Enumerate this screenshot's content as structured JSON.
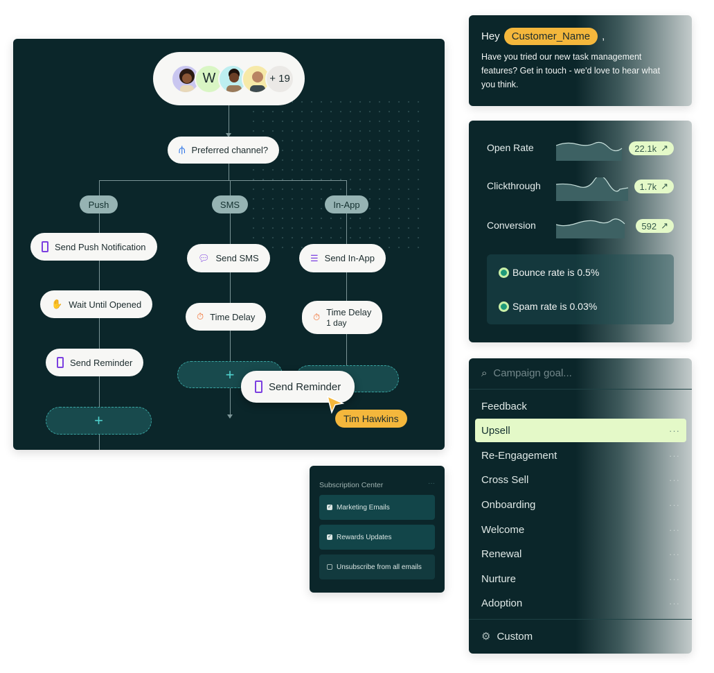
{
  "flow": {
    "audience": {
      "initial": "W",
      "extra_count": "+ 19"
    },
    "decision": "Preferred channel?",
    "branches": [
      {
        "label": "Push",
        "steps": [
          "Send Push Notification",
          "Wait Until Opened",
          "Send Reminder"
        ]
      },
      {
        "label": "SMS",
        "steps": [
          "Send SMS",
          "Time Delay"
        ]
      },
      {
        "label": "In-App",
        "steps": [
          "Send In-App",
          "Time Delay"
        ],
        "delay_detail": "1 day"
      }
    ],
    "add_symbol": "+",
    "dragging": {
      "label": "Send Reminder",
      "cursor_user": "Tim Hawkins"
    }
  },
  "message": {
    "greeting": "Hey",
    "token": "Customer_Name",
    "comma": ",",
    "body": "Have you tried our new task management features? Get in touch - we'd love to hear what you think."
  },
  "metrics": {
    "items": [
      {
        "label": "Open Rate",
        "value": "22.1k"
      },
      {
        "label": "Clickthrough",
        "value": "1.7k"
      },
      {
        "label": "Conversion",
        "value": "592"
      }
    ],
    "trend_icon": "↗",
    "health": [
      "Bounce rate is 0.5%",
      "Spam rate is 0.03%"
    ]
  },
  "subscription": {
    "title": "Subscription Center",
    "more": "···",
    "options": [
      {
        "label": "Marketing Emails",
        "checked": true
      },
      {
        "label": "Rewards Updates",
        "checked": true
      },
      {
        "label": "Unsubscribe from all emails",
        "checked": false
      }
    ]
  },
  "campaign": {
    "placeholder": "Campaign goal...",
    "items": [
      "Feedback",
      "Upsell",
      "Re-Engagement",
      "Cross Sell",
      "Onboarding",
      "Welcome",
      "Renewal",
      "Nurture",
      "Adoption"
    ],
    "selected": "Upsell",
    "more": "···",
    "custom": "Custom"
  },
  "colors": {
    "bg": "#0b262a",
    "accent_yellow": "#f4b73c",
    "highlight": "#e4f9c8",
    "teal": "#4fd1cd"
  }
}
